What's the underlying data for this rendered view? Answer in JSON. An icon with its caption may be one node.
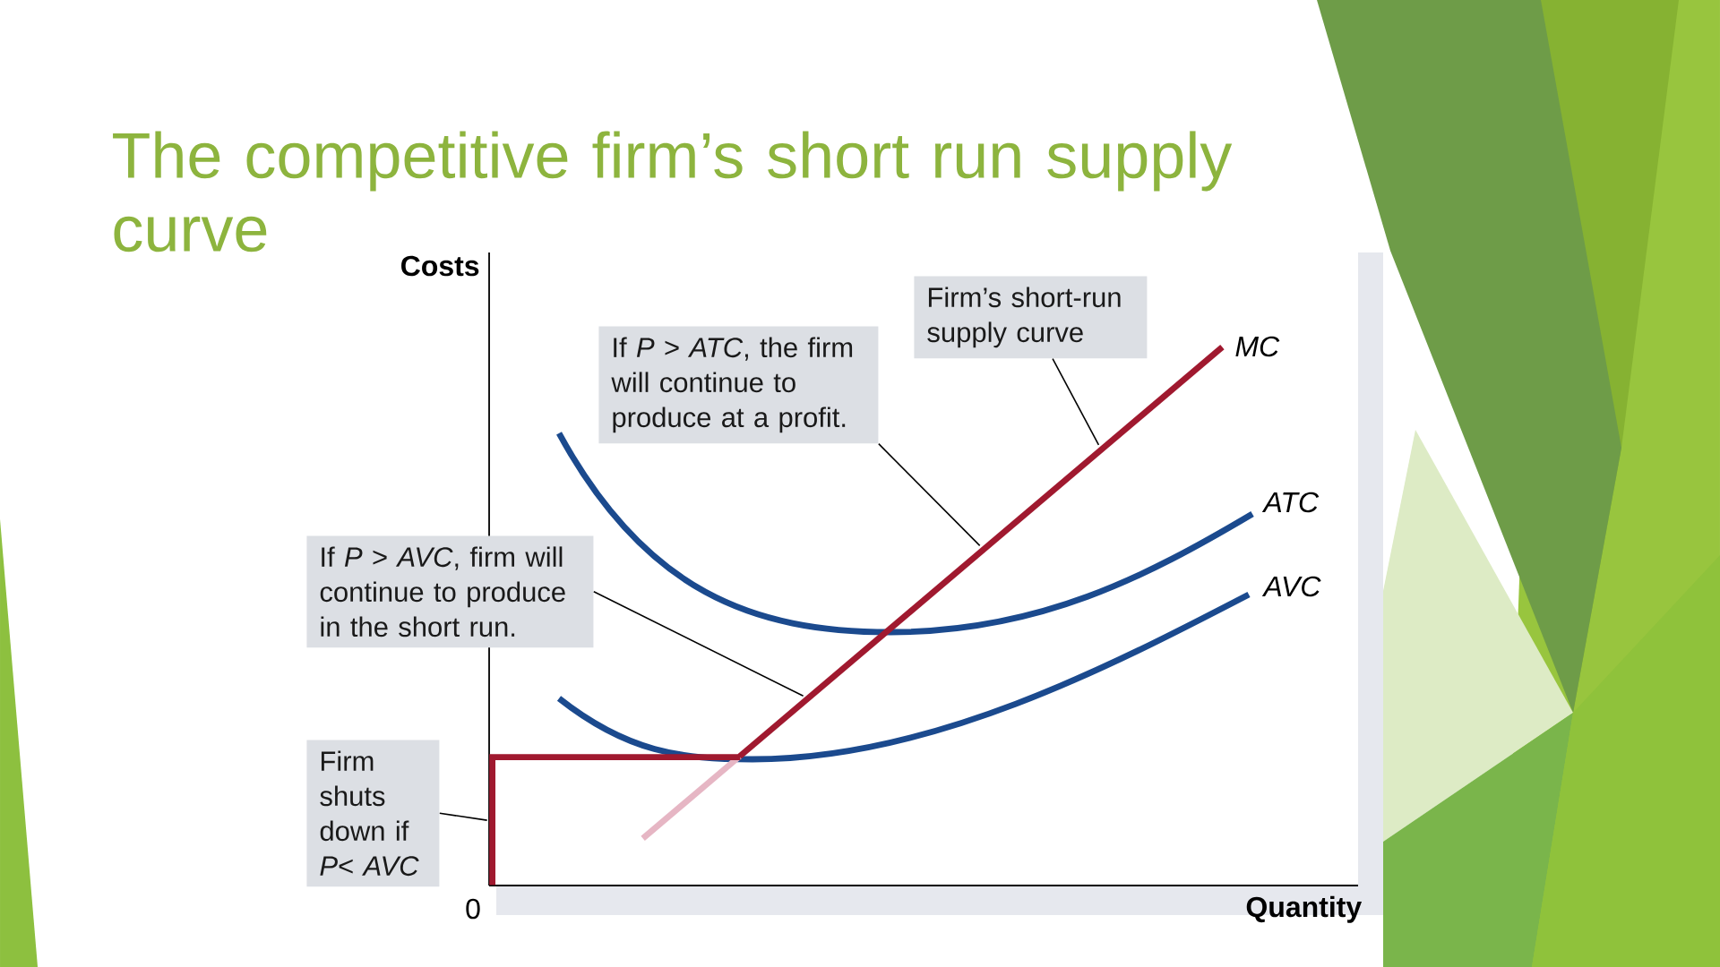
{
  "diagram": {
    "title": "The competitive firm’s short run supply curve",
    "nodes": [
      {
        "text": [
          "If *P* > *ATC*, the firm will continue to produce at a profit."
        ]
      },
      {
        "text": [
          "Firm’s short-run supply curve"
        ]
      },
      {
        "text": [
          "If *P* > *AVC*, firm will continue to produce in the short run."
        ]
      },
      {
        "text": [
          "Firm shuts down if *P*< *AVC*"
        ]
      },
      {
        "text": [],
        "shape": "curve"
      },
      {
        "text": [],
        "shape": "line"
      }
    ],
    "edges": [
      {
        "from": 0,
        "to": 4,
        "arrow": "none"
      },
      {
        "from": 1,
        "to": 4,
        "arrow": "none"
      },
      {
        "from": 2,
        "to": 4,
        "arrow": "none"
      },
      {
        "from": 3,
        "to": 5,
        "arrow": "none"
      }
    ],
    "labels": [
      "Costs",
      "MC",
      "ATC",
      "AVC",
      "0",
      "Quantity"
    ]
  }
}
